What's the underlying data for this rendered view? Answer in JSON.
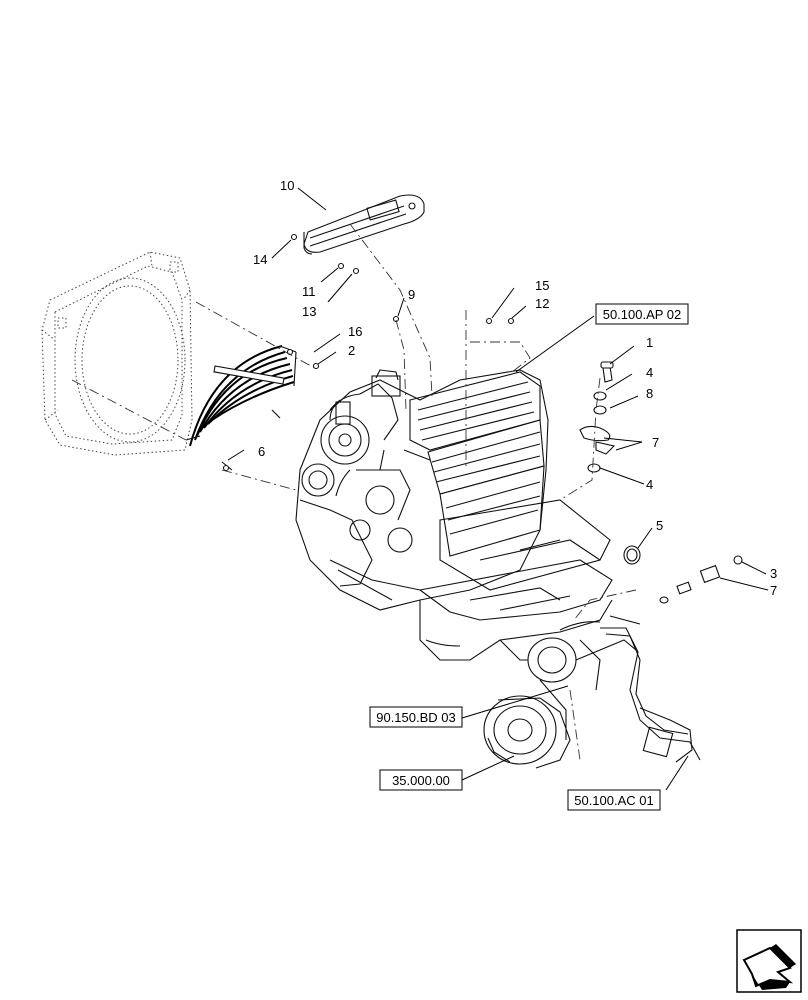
{
  "callouts": {
    "c10": "10",
    "c14": "14",
    "c11": "11",
    "c13": "13",
    "c9": "9",
    "c15": "15",
    "c12": "12",
    "c16": "16",
    "c2": "2",
    "c6": "6",
    "c1": "1",
    "c4a": "4",
    "c8": "8",
    "c7a": "7",
    "c4b": "4",
    "c5": "5",
    "c3": "3",
    "c7b": "7"
  },
  "references": {
    "r_ap02": "50.100.AP 02",
    "r_bd03": "90.150.BD 03",
    "r_35000": "35.000.00",
    "r_ac01": "50.100.AC 01"
  },
  "nav_icon": "next-page-arrow-icon"
}
